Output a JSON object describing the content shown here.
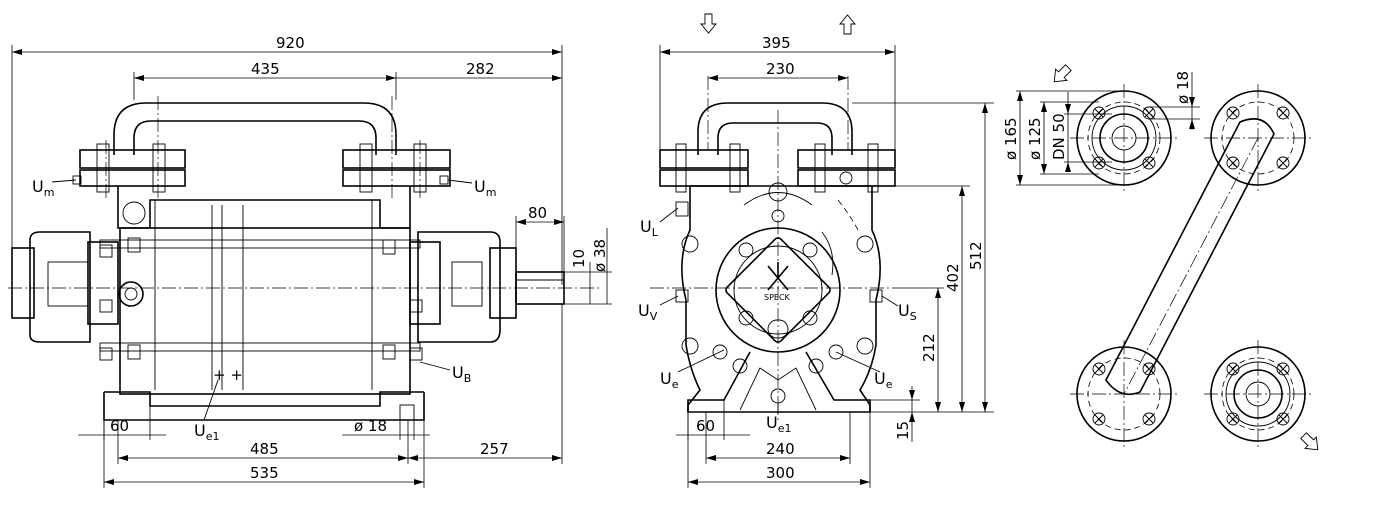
{
  "front_view": {
    "dims": {
      "overall_length": "920",
      "handle_span": "435",
      "right_offset": "282",
      "shaft_length": "80",
      "shaft_dia": "ø 38",
      "key_width": "10",
      "foot_width": "60",
      "bolt_hole": "ø 18",
      "foot_spacing": "485",
      "foot_to_shaft": "257",
      "base_length": "535"
    },
    "labels": {
      "um_left": "U",
      "um_left_sub": "m",
      "um_right": "U",
      "um_right_sub": "m",
      "ub": "U",
      "ub_sub": "B",
      "ue1": "U",
      "ue1_sub": "e1"
    }
  },
  "side_view": {
    "dims": {
      "width_top": "395",
      "handle_width": "230",
      "height_total": "512",
      "shaft_height": "402",
      "port_height": "212",
      "foot_height": "15",
      "foot_width": "60",
      "foot_spacing": "240",
      "base_width": "300"
    },
    "labels": {
      "ul": "U",
      "ul_sub": "L",
      "uv": "U",
      "uv_sub": "V",
      "us": "U",
      "us_sub": "S",
      "ue_left": "U",
      "ue_left_sub": "e",
      "ue_right": "U",
      "ue_right_sub": "e",
      "ue1": "U",
      "ue1_sub": "e1"
    },
    "logo_text": "SPECK"
  },
  "flange_view": {
    "dims": {
      "outer_dia": "ø 165",
      "bolt_circle": "ø 125",
      "nominal": "DN 50",
      "hole_dia": "ø 18"
    }
  },
  "icons": [
    "down-arrow-icon",
    "up-arrow-icon",
    "inlet-arrow-icon",
    "outlet-arrow-icon"
  ]
}
